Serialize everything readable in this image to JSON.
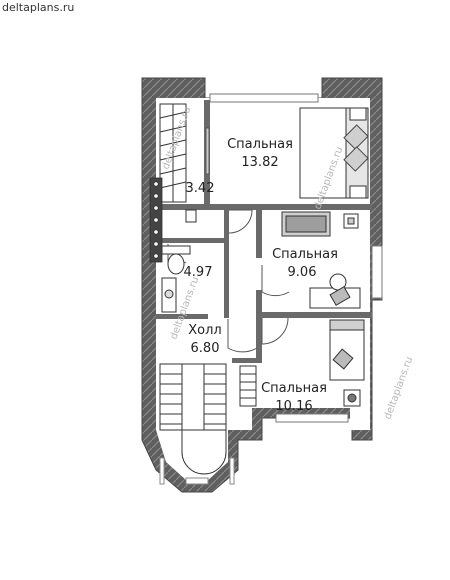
{
  "site_name": "deltaplans.ru",
  "watermark": "deltaplans.ru",
  "rooms": [
    {
      "key": "bedroom1",
      "name": "Спальная",
      "area": "13.82"
    },
    {
      "key": "closet",
      "name": "",
      "area": "3.42"
    },
    {
      "key": "bedroom2",
      "name": "Спальная",
      "area": "9.06"
    },
    {
      "key": "bathroom",
      "name": "",
      "area": "4.97"
    },
    {
      "key": "hall",
      "name": "Холл",
      "area": "6.80"
    },
    {
      "key": "bedroom3",
      "name": "Спальная",
      "area": "10.16"
    }
  ],
  "colors": {
    "wall": "#5f5f5f",
    "wall_texture": "#8a8a8a",
    "furniture_fill": "#d8d8d8",
    "floor": "#ffffff"
  }
}
